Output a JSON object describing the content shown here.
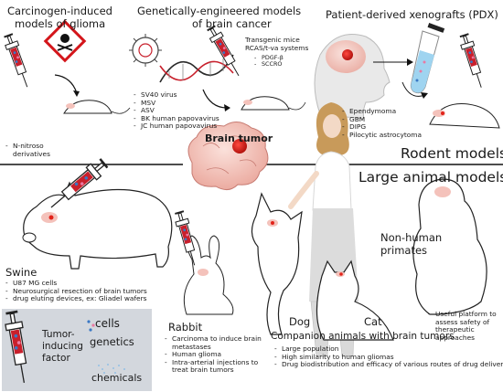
{
  "carcinogen": {
    "title_line1": "Carcinogen-induced",
    "title_line2": "models of glioma",
    "items": [
      "N-nitroso derivatives"
    ]
  },
  "genetic": {
    "title_line1": "Genetically-engineered models",
    "title_line2": "of brain cancer",
    "viruses": [
      "SV40 virus",
      "MSV",
      "ASV",
      "BK human papovavirus",
      "JC human papovavirus"
    ],
    "transgenic_line1": "Transgenic mice",
    "transgenic_line2": "RCAS/t-va systems",
    "transgenic_items": [
      "PDGF-β",
      "SCCRO"
    ]
  },
  "pdx": {
    "title": "Patient-derived xenografts (PDX)",
    "items": [
      "Ependymoma",
      "GBM",
      "DIPG",
      "Pilocytic astrocytoma"
    ]
  },
  "center": {
    "label": "Brain tumor"
  },
  "sections": {
    "rodent": "Rodent models",
    "large": "Large animal models"
  },
  "swine": {
    "title": "Swine",
    "items": [
      "U87 MG cells",
      "Neurosurgical resection of brain tumors",
      "drug eluting devices, ex: Gliadel wafers"
    ]
  },
  "rabbit": {
    "title": "Rabbit",
    "items": [
      "Carcinoma to induce brain metastases",
      "Human glioma",
      "Intra-arterial injections to treat brain tumors"
    ]
  },
  "companion": {
    "dog": "Dog",
    "cat": "Cat",
    "title": "Companion animals with brain tumors",
    "items": [
      "Large population",
      "High similarity to human gliomas",
      "Drug biodistribution and efficacy of various routes of drug delivery"
    ]
  },
  "primates": {
    "title_line1": "Non-human",
    "title_line2": "primates",
    "items": [
      "Useful platform to assess safety of therapeutic approaches"
    ]
  },
  "legend": {
    "title_line1": "Tumor-",
    "title_line2": "inducing",
    "title_line3": "factor",
    "cells": "cells",
    "genetics": "genetics",
    "chemicals": "chemicals",
    "background": "#d3d7dd"
  },
  "colors": {
    "syringe_fluid": "#c8202c",
    "tumor": "#e2231a",
    "brain": "#f6c9c1",
    "cell_blue": "#3a78c4",
    "cell_pink": "#e97aa3",
    "hair": "#c89a5a"
  }
}
